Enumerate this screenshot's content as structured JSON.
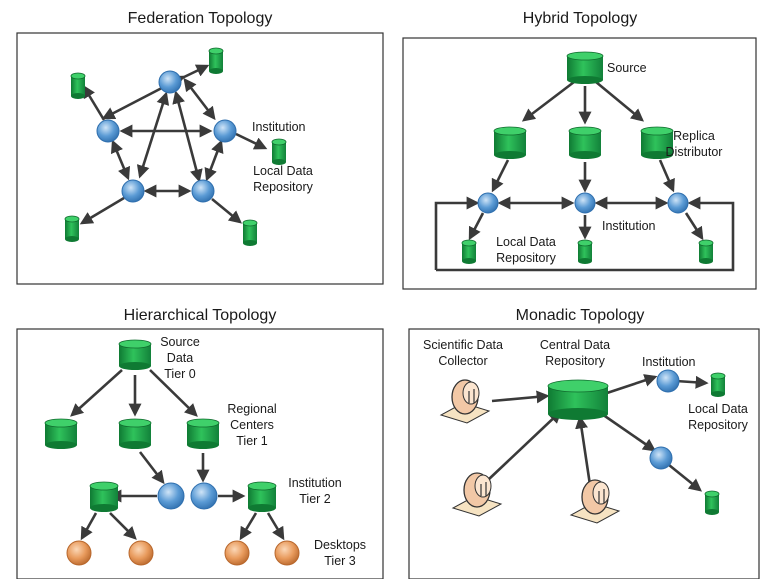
{
  "colors": {
    "repository_green": "#1fa84a",
    "node_blue": "#5b9bd5",
    "desktop_orange": "#e89a5c",
    "edge": "#3a3a3a"
  },
  "panels": [
    {
      "title": "Federation Topology",
      "labels": {
        "institution": "Institution",
        "local_repo": "Local Data\nRepository"
      }
    },
    {
      "title": "Hybrid Topology",
      "labels": {
        "source": "Source",
        "replica": "Replica\nDistributor",
        "institution": "Institution",
        "local_repo": "Local Data\nRepository"
      }
    },
    {
      "title": "Hierarchical Topology",
      "labels": {
        "source": "Source\nData\nTier 0",
        "regional": "Regional\nCenters\nTier 1",
        "institution": "Institution\nTier 2",
        "desktops": "Desktops\nTier 3"
      }
    },
    {
      "title": "Monadic Topology",
      "labels": {
        "collector": "Scientific Data\nCollector",
        "central": "Central Data\nRepository",
        "institution": "Institution",
        "local_repo": "Local Data\nRepository"
      }
    }
  ]
}
